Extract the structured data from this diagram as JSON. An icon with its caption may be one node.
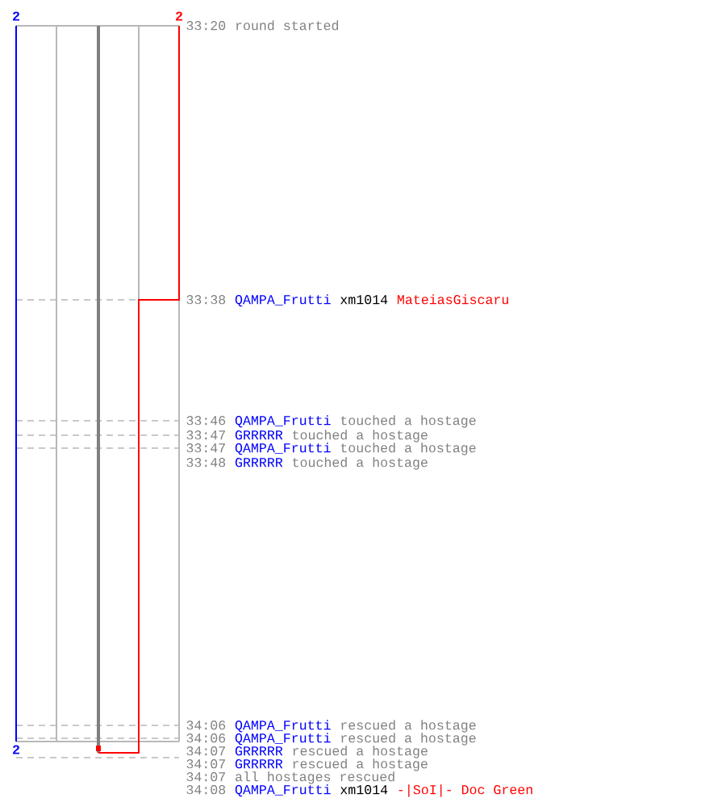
{
  "diagram": {
    "labels": [
      "2",
      "2",
      "33:20",
      "round started",
      "33:38",
      "QAMPA_Frutti",
      "xm1014",
      "MateiasGiscaru",
      "33:46",
      "QAMPA_Frutti",
      "touched a hostage",
      "33:47",
      "GRRRRR",
      "touched a hostage",
      "33:47",
      "QAMPA_Frutti",
      "touched a hostage",
      "33:48",
      "GRRRRR",
      "touched a hostage",
      "34:06",
      "QAMPA_Frutti",
      "rescued a hostage",
      "34:06",
      "QAMPA_Frutti",
      "rescued a hostage",
      "2",
      "34:07",
      "GRRRRR",
      "rescued a hostage",
      "34:07",
      "GRRRRR",
      "rescued a hostage",
      "34:07",
      "all hostages rescued",
      "34:08",
      "QAMPA_Frutti",
      "xm1014",
      "-|SoI|- Doc Green"
    ]
  }
}
